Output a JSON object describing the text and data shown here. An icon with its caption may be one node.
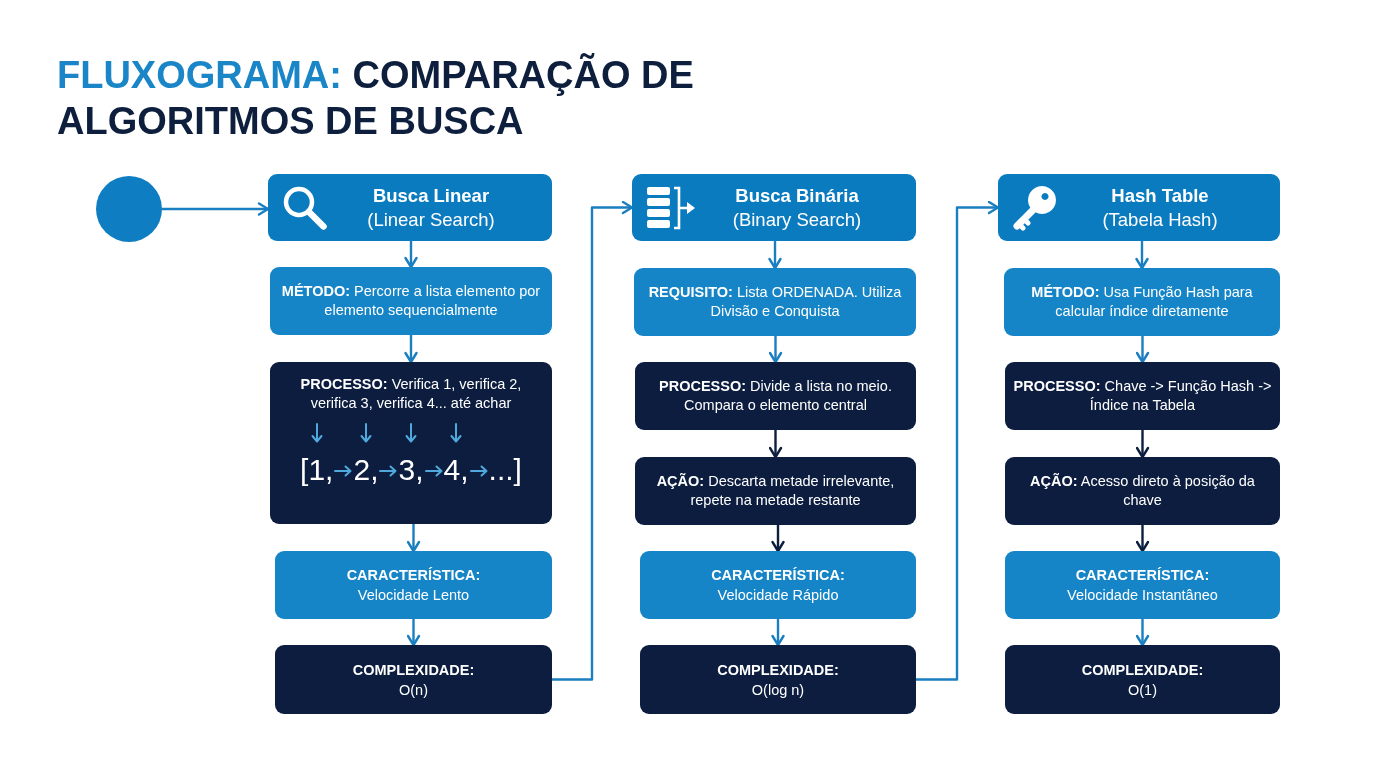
{
  "diagram": {
    "title": "**FLUXOGRAMA:** COMPARAÇÃO DE ALGORITMOS DE BUSCA",
    "nodes": [
      {
        "text": [],
        "shape": "circle"
      },
      {
        "text": [
          "Busca Linear",
          "(Linear Search)"
        ]
      },
      {
        "text": [
          "**MÉTODO:** Percorre a lista elemento por elemento sequencialmente"
        ]
      },
      {
        "text": [
          "**PROCESSO:** Verifica 1, verifica 2, verifica 3, verifica 4... até achar",
          "[1,",
          "2,",
          "3,",
          "4,",
          "...]"
        ]
      },
      {
        "text": [
          "CARACTERÍSTICA:",
          "Velocidade Lento"
        ]
      },
      {
        "text": [
          "COMPLEXIDADE:",
          "O(n)"
        ]
      },
      {
        "text": [
          "Busca Binária",
          "(Binary Search)"
        ]
      },
      {
        "text": [
          "**REQUISITO:** Lista ORDENADA. Utiliza Divisão e Conquista"
        ]
      },
      {
        "text": [
          "**PROCESSO:** Divide a lista no meio. Compara o elemento central"
        ]
      },
      {
        "text": [
          "**AÇÃO:** Descarta metade irrelevante, repete na metade restante"
        ]
      },
      {
        "text": [
          "CARACTERÍSTICA:",
          "Velocidade Rápido"
        ]
      },
      {
        "text": [
          "COMPLEXIDADE:",
          "O(log n)"
        ]
      },
      {
        "text": [
          "Hash Table",
          "(Tabela Hash)"
        ]
      },
      {
        "text": [
          "**MÉTODO:** Usa Função Hash para calcular índice diretamente"
        ]
      },
      {
        "text": [
          "**PROCESSO:** Chave -> Função Hash -> Índice na Tabela"
        ]
      },
      {
        "text": [
          "**AÇÃO:** Acesso direto à posição da chave"
        ]
      },
      {
        "text": [
          "CARACTERÍSTICA:",
          "Velocidade Instantâneo"
        ]
      },
      {
        "text": [
          "COMPLEXIDADE:",
          "O(1)"
        ]
      }
    ],
    "edges": [
      {
        "from": 0,
        "to": 1,
        "arrow": "to"
      },
      {
        "from": 1,
        "to": 2,
        "arrow": "to"
      },
      {
        "from": 2,
        "to": 3,
        "arrow": "to"
      },
      {
        "from": 3,
        "to": 4,
        "arrow": "to"
      },
      {
        "from": 4,
        "to": 5,
        "arrow": "to"
      },
      {
        "from": 5,
        "to": 6,
        "arrow": "to"
      },
      {
        "from": 6,
        "to": 7,
        "arrow": "to"
      },
      {
        "from": 7,
        "to": 8,
        "arrow": "to"
      },
      {
        "from": 8,
        "to": 9,
        "arrow": "to",
        "color": "#0d1f3f"
      },
      {
        "from": 9,
        "to": 10,
        "arrow": "to",
        "color": "#0d1f3f"
      },
      {
        "from": 10,
        "to": 11,
        "arrow": "to"
      },
      {
        "from": 11,
        "to": 12,
        "arrow": "to"
      },
      {
        "from": 12,
        "to": 13,
        "arrow": "to"
      },
      {
        "from": 13,
        "to": 14,
        "arrow": "to"
      },
      {
        "from": 14,
        "to": 15,
        "arrow": "to",
        "color": "#0d1f3f"
      },
      {
        "from": 15,
        "to": 16,
        "arrow": "to",
        "color": "#0d1f3f"
      },
      {
        "from": 16,
        "to": 17,
        "arrow": "to"
      }
    ]
  }
}
